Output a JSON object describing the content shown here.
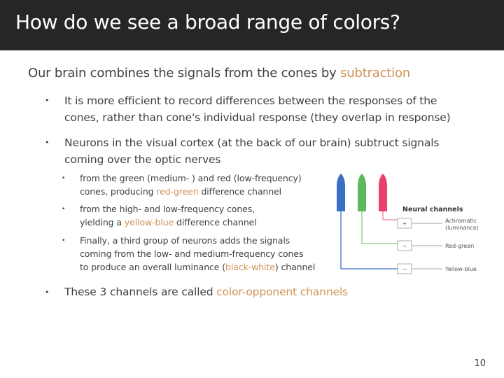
{
  "title": "How do we see a broad range of colors?",
  "subtitle": {
    "text": "Our brain combines the signals from the cones by ",
    "highlight": "subtraction"
  },
  "bullets": {
    "b1_line1": "It is more efficient to record differences between the responses of the",
    "b1_line2": "cones, rather than cone's individual response (they overlap in response)",
    "b2_line1": "Neurons in the visual cortex (at the back of our brain) subtruct signals",
    "b2_line2": "coming over the optic nerves",
    "s1_line1": "from the green (medium- ) and red (low-frequency)",
    "s1_line2_pre": "cones, producing ",
    "s1_line2_hl": "red-green",
    "s1_line2_post": " difference channel",
    "s2_line1": "from the high- and low-frequency cones,",
    "s2_line2_pre": "yielding a ",
    "s2_line2_hl": "yellow-blue",
    "s2_line2_post": " difference channel",
    "s3_line1": "Finally, a third group of neurons adds the signals",
    "s3_line2": "coming from the low- and medium-frequency cones",
    "s3_line3_pre": "to produce an overall luminance (",
    "s3_line3_hl": "black-white",
    "s3_line3_post": ") channel",
    "b3_pre": "These 3 channels are called ",
    "b3_hl": "color-opponent channels",
    "bullet_char": "•"
  },
  "figure": {
    "heading": "Neural channels",
    "signs": [
      "+",
      "−",
      "−"
    ],
    "channels": [
      "Achromatic",
      "(luminance)",
      "Red-green",
      "Yellow-blue"
    ],
    "cone_colors": {
      "blue": "#3b6fc4",
      "green": "#5cb85c",
      "red": "#e8416b"
    },
    "line_colors": {
      "blue": "#3b6fc4",
      "green": "#7fc97f",
      "red": "#ef7f9c"
    }
  },
  "page_number": "10"
}
